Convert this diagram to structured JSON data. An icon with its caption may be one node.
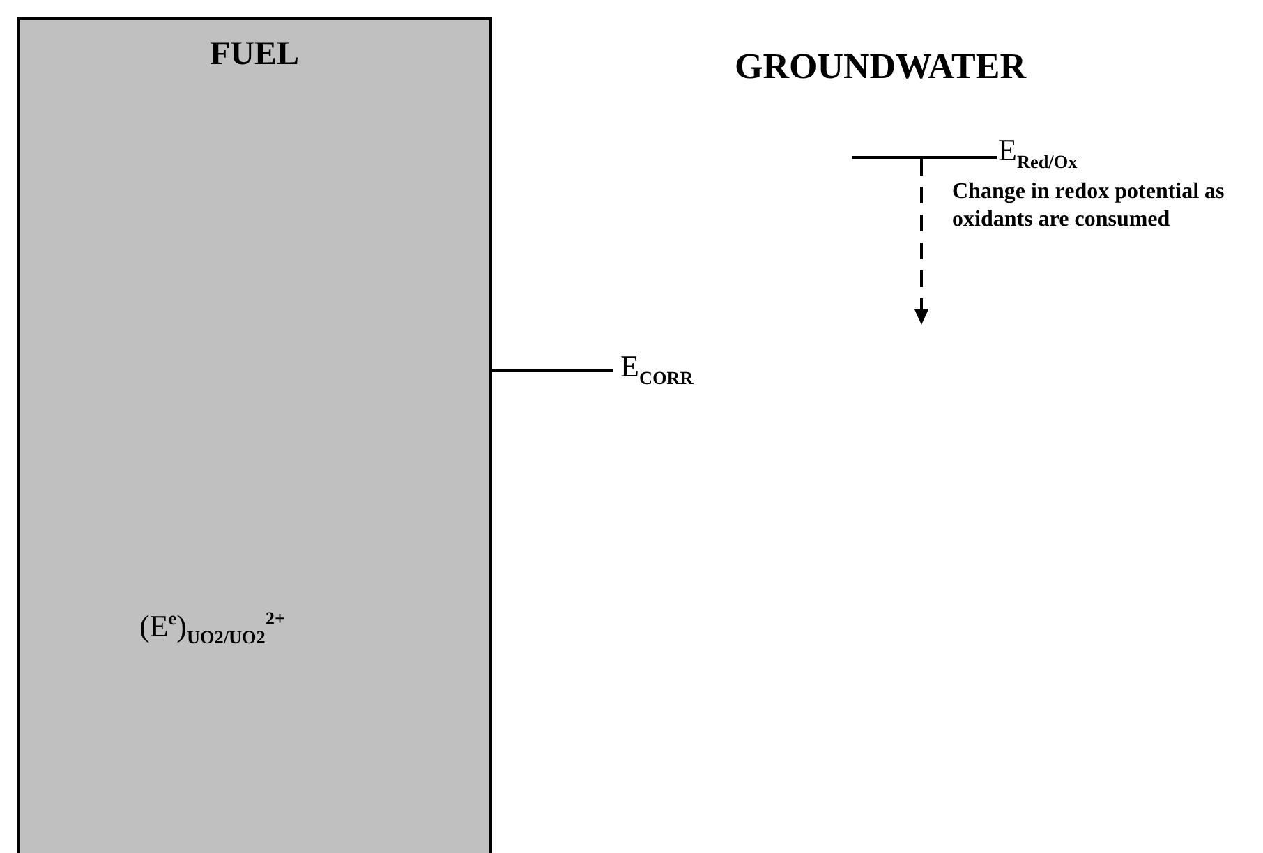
{
  "diagram": {
    "nodes": [
      {
        "text": [
          "FUEL"
        ]
      }
    ],
    "labels": [
      "GROUNDWATER",
      "E$_{Red/Ox}$",
      "Change in redox potential as oxidants are consumed",
      "E$_{CORR}$",
      "(E$^{e}$)$_{UO}$$_{2}$$_{/UO}$$_{2}$$^{2+}$"
    ]
  }
}
